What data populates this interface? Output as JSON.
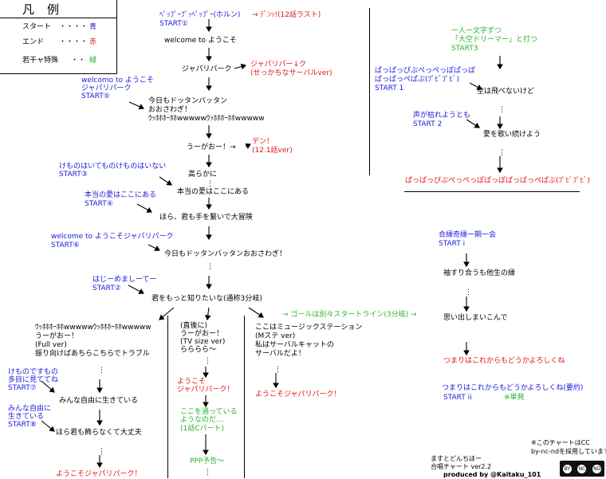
{
  "legend": {
    "title": "凡例",
    "rows": [
      {
        "label": "スタート",
        "dots": "・・・・",
        "value": "青"
      },
      {
        "label": "エンド",
        "dots": "・・・・",
        "value": "赤"
      },
      {
        "label": "若干ャ特殊",
        "dots": "・・",
        "value": "緑"
      }
    ]
  },
  "colors": {
    "blue": "#1a1adb",
    "red": "#e0131b",
    "green": "#29b32c",
    "text": "#000000"
  },
  "main": {
    "n01": "ﾍﾟｯﾌﾟｰﾌﾟｯﾍﾟｯﾌﾟｰ(ホルン)",
    "n02": "→ ﾃﾞﾝｯ!(12話ラスト)",
    "n03": "START①",
    "n04": "welcome to ようこそ",
    "n05": "ジャパリパーク",
    "n06": "ジャパリパー↓ク",
    "n07": "(せっかちなサーバルver)",
    "n08": "welcomo to ようこそ",
    "n09": "ジャパリパーク",
    "n10": "START⑤",
    "n11": "今日もドッタンバッタン",
    "n12": "おおさわぎ！",
    "n13": "ｳｯﾎﾎﾎｰﾎﾎwwwwwｳｯﾎﾎﾎｰﾎﾎwwwww",
    "n14": "うーがおー！→",
    "n15": "デン！",
    "n16": "(12.1話ver)",
    "n17": "けものはいてものけものはいない",
    "n18": "START③",
    "n19": "高らかに",
    "n20": "本当の愛はここにある",
    "n21": "本当の愛はここにある",
    "n22": "START④",
    "n23": "ほら、君も手を繋いで大冒険",
    "n24": "welcome to ようこそジャパリパーク",
    "n25": "START⑥",
    "n26": "今日もドッタンバッタンおおさわぎ！",
    "n27": "はじーめましーてー",
    "n28": "START②",
    "n29": "君をもっと知りたいな(通称3分岐)",
    "n30": "→ ゴールは別々スタートライン(3分岐) →"
  },
  "left_branch": {
    "l1": "ｳｯﾎﾎﾎｰﾎﾎwwwwwｳｯﾎﾎﾎｰﾎﾎwwwww",
    "l2": "うーがおー！",
    "l3": "(Full ver)",
    "l4": "振り向けばあちらこちらでトラブル",
    "l5": "けものですもの",
    "l6": "多目に見ててね",
    "l7": "START⑦",
    "l8": "みんな自由に生きている",
    "l9": "みんな自由に",
    "l10": "生きている",
    "l11": "START⑧",
    "l12": "ほら君も飾らなくて大丈夫",
    "l13": "ようこそジャパリパーク！"
  },
  "mid_branch": {
    "m1": "(直後に)",
    "m2": "うーがおー！",
    "m3": "(TV size ver)",
    "m4": "らららら～",
    "m5": "ようこそ",
    "m6": "ジャパリパーク！",
    "m7": "ここを通っている",
    "m8": "ようなのだ…",
    "m9": "(1話Cパート)",
    "m10": "PPP予告～"
  },
  "right_branch": {
    "r1": "ここはミュージックステーション",
    "r2": "(Mステ ver)",
    "r3": "私はサーバルキャットの",
    "r4": "サーバルだよ！",
    "r5": "ようこそジャパリパーク！"
  },
  "panel_top": {
    "p1": "一人一文字ずつ",
    "p2": "「大空ドリーマー」と打つ",
    "p3": "START3",
    "p4": "ぱっぱっぴぷぺっぺっぽぱっぽ",
    "p5": "ぱっぱっぺぱぷ(ﾌﾟﾋﾞﾌﾟﾋﾞ)",
    "p6": "START 1",
    "p7": "空は飛べないけど",
    "p8": "声が枯れようとも",
    "p9": "START 2",
    "p10": "愛を歌い続けよう",
    "p11": "ぱっぱっぴぷぺっぺっぽぱっぽぱっぱっぺぱぷ(ﾌﾟﾋﾞﾌﾟﾋﾞ)"
  },
  "panel_bottom": {
    "q1": "合縁奇縁一期一会",
    "q2": "START i",
    "q3": "袖すり合うも他生の縁",
    "q4": "思い出しまいこんで",
    "q5": "つまりはこれからもどうかよろしくね",
    "q6": "つまりはこれからもどうかよろしくね(要約)",
    "q7": "START ii",
    "q8": "※単発"
  },
  "footer": {
    "f1": "※このチャートはCC",
    "f2": "by-nc-ndを採用しています",
    "f3": "ますとどんちほー",
    "f4": "合唱チャート ver2.2",
    "f5": "produced by @Kaitaku_101",
    "license_icon": "cc-by-nc-nd-badge",
    "lic1": "BY",
    "lic2": "NC",
    "lic3": "ND"
  }
}
